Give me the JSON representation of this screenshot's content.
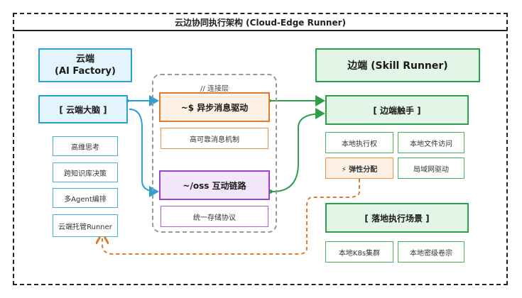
{
  "title": "云边协同执行架构 (Cloud-Edge Runner)",
  "cloud": {
    "header_line1": "云端",
    "header_line2": "(AI Factory)",
    "brain": "[ 云端大脑 ]",
    "items": [
      "高维思考",
      "跨知识库决策",
      "多Agent编排",
      "云端托管Runner"
    ]
  },
  "connection": {
    "label": "// 连接层",
    "async_title": "~$ 异步消息驱动",
    "async_sub": "高可靠消息机制",
    "oss_title": "~/oss 互动链路",
    "oss_sub": "统一存储协议"
  },
  "edge": {
    "header": "边端 (Skill Runner)",
    "touch": "[ 边端触手 ]",
    "items": [
      "本地执行权",
      "本地文件访问",
      "⚡ 弹性分配",
      "局域网驱动"
    ],
    "scene": "[ 落地执行场景 ]",
    "scene_items": [
      "本地K8s集群",
      "本地密级卷宗"
    ]
  },
  "colors": {
    "cloud": "#2a9fd6",
    "edge": "#2e9e4c",
    "async": "#e27a2b",
    "oss": "#9b46c9"
  }
}
